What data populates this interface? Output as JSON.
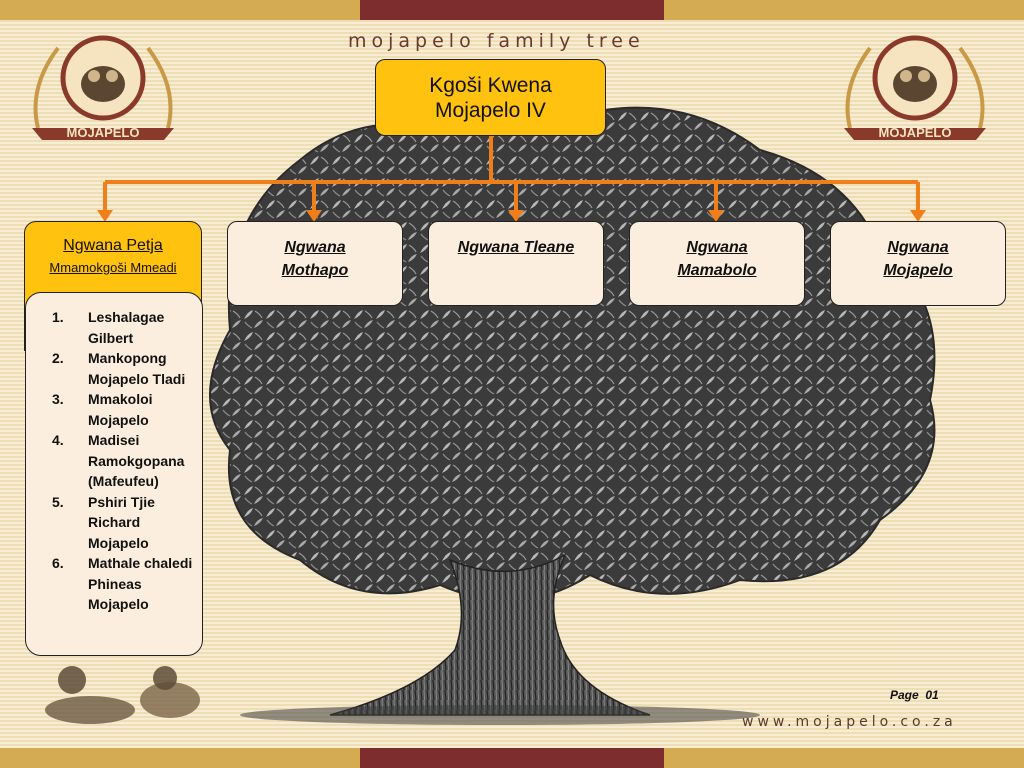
{
  "header": {
    "title": "mojapelo family tree"
  },
  "logos": {
    "text": "MOJAPELO"
  },
  "root": {
    "line1": "Kgoši Kwena",
    "line2": "Mojapelo IV"
  },
  "branches": [
    {
      "name": "Ngwana Petja",
      "subtitle": "Mmamokgoši Mmeadi"
    },
    {
      "name": "Ngwana Mothapo"
    },
    {
      "name": "Ngwana Tleane"
    },
    {
      "name": "Ngwana Mamabolo"
    },
    {
      "name": "Ngwana Mojapelo"
    }
  ],
  "petja_children": [
    {
      "num": "1.",
      "name": "Leshalagae Gilbert"
    },
    {
      "num": "2.",
      "name": "Mankopong Mojapelo Tladi"
    },
    {
      "num": "3.",
      "name": "Mmakoloi Mojapelo"
    },
    {
      "num": "4.",
      "name": "Madisei Ramokgopana (Mafeufeu)"
    },
    {
      "num": "5.",
      "name": "Pshiri Tjie Richard Mojapelo"
    },
    {
      "num": "6.",
      "name": "Mathale chaledi Phineas Mojapelo"
    }
  ],
  "footer": {
    "page": "Page  01",
    "url": "www.mojapelo.co.za"
  },
  "colors": {
    "accent": "#ffc20e",
    "connector": "#f07f1a",
    "band": "#7d2d2d",
    "gold": "#d4aa52"
  },
  "icons": {
    "logo": "wild-dog-crest-icon",
    "tree": "tree-illustration-icon",
    "dogs": "wild-dogs-illustration-icon"
  }
}
